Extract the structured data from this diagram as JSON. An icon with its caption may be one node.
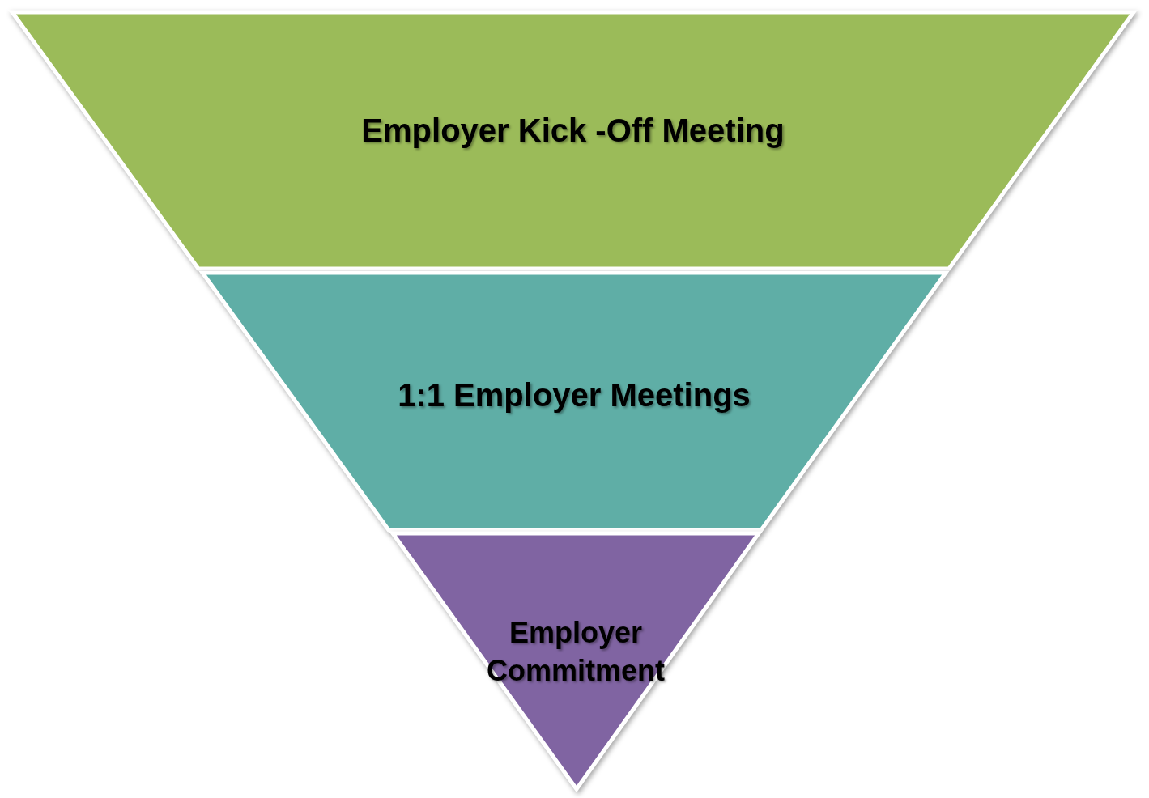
{
  "diagram": {
    "nodes": [
      {
        "text": [
          "Employer Kick -Off Meeting"
        ]
      },
      {
        "text": [
          "1:1 Employer Meetings"
        ]
      },
      {
        "text": [
          "Employer Commitment"
        ]
      }
    ]
  }
}
